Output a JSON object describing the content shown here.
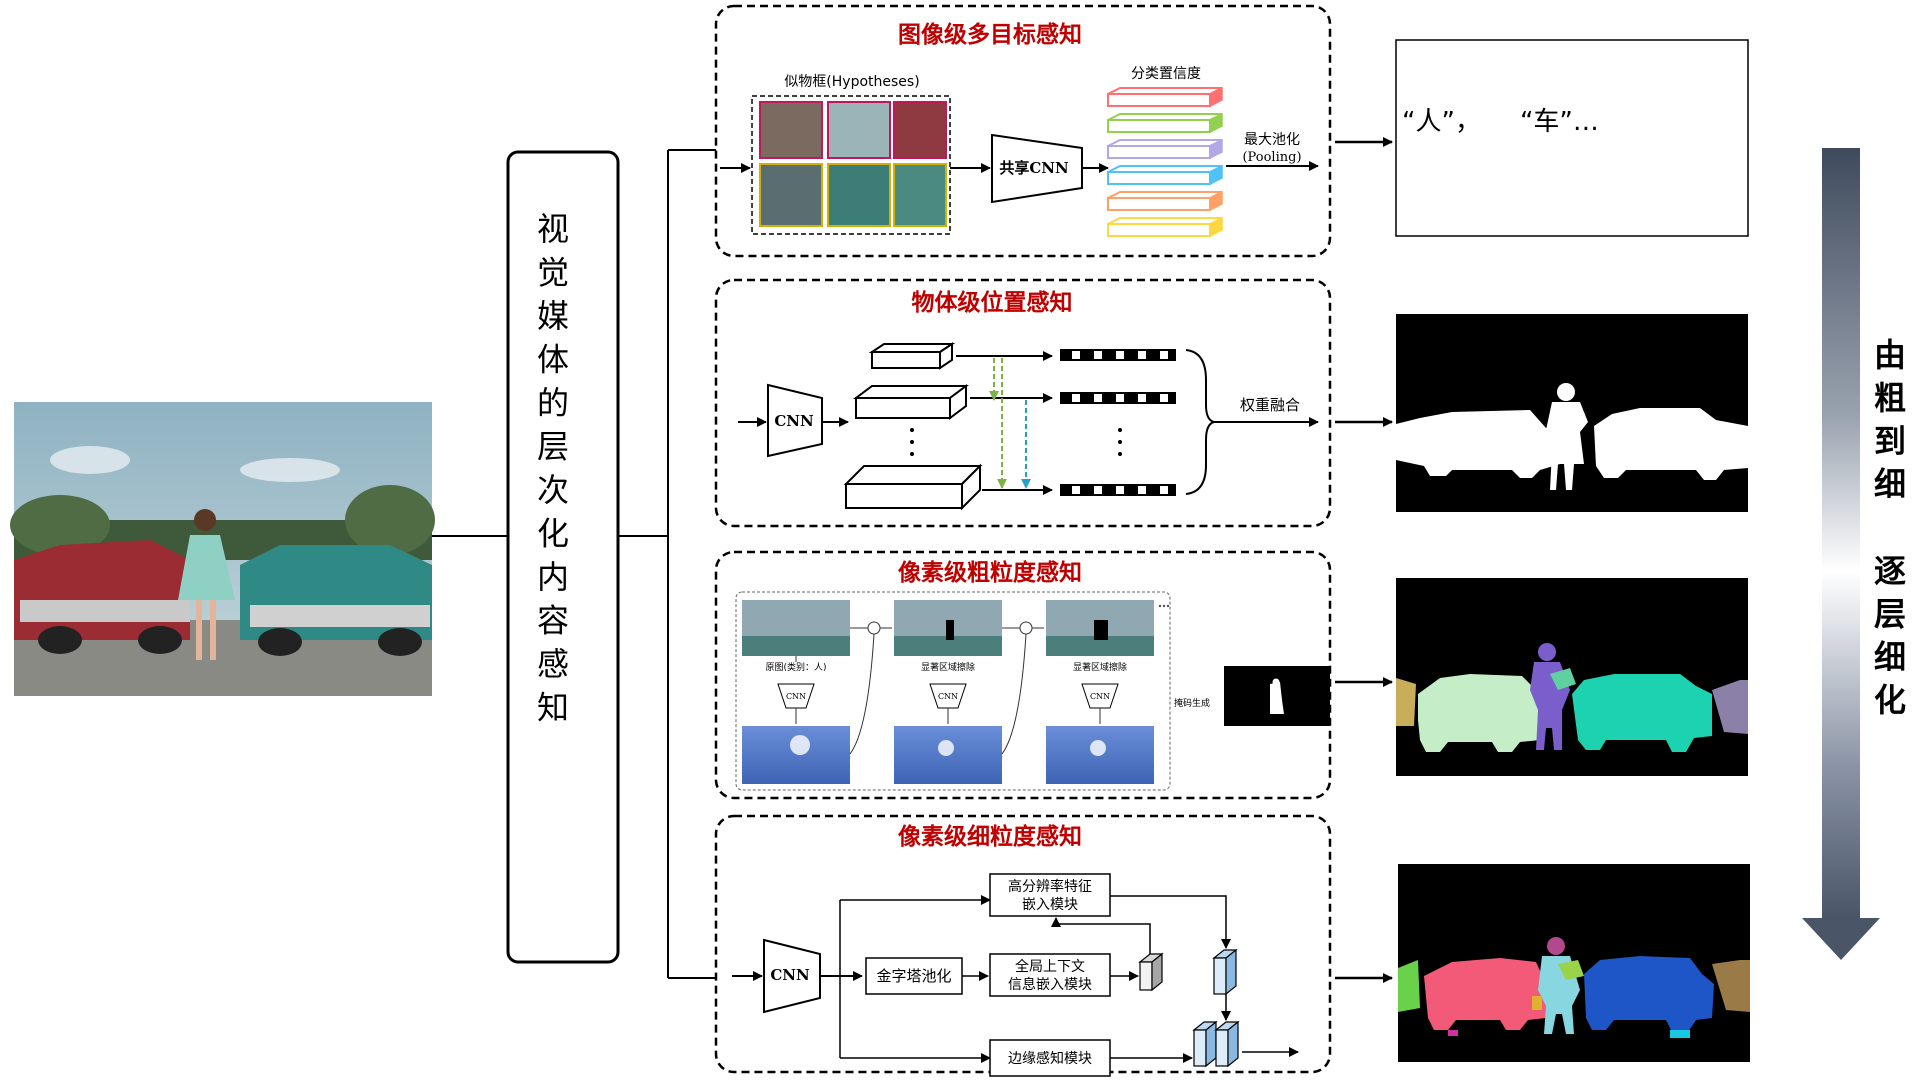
{
  "left_box": {
    "title_chars": [
      "视",
      "觉",
      "媒",
      "体",
      "的",
      "层",
      "次",
      "化",
      "内",
      "容",
      "感",
      "知"
    ]
  },
  "panels": {
    "image_level": {
      "title": "图像级多目标感知",
      "hypotheses_label": "似物框(Hypotheses)",
      "cnn_label": "共享CNN",
      "confidence_label": "分类置信度",
      "pooling_label_1": "最大池化",
      "pooling_label_2": "(Pooling)",
      "bar_colors": [
        "#ff7070",
        "#92d050",
        "#b4a7e6",
        "#4fc3f7",
        "#ffa066",
        "#ffd740"
      ]
    },
    "object_level": {
      "title": "物体级位置感知",
      "cnn_label": "CNN",
      "fusion_label": "权重融合"
    },
    "coarse_pixel": {
      "title": "像素级粗粒度感知",
      "caption_1": "原图(类别：人)",
      "caption_2": "显著区域擦除",
      "caption_3": "显著区域擦除",
      "cnn_label": "CNN",
      "mask_label": "掩码生成"
    },
    "fine_pixel": {
      "title": "像素级细粒度感知",
      "cnn_label": "CNN",
      "pyramid_label": "金字塔池化",
      "hr_label_1": "高分辨率特征",
      "hr_label_2": "嵌入模块",
      "gc_label_1": "全局上下文",
      "gc_label_2": "信息嵌入模块",
      "edge_label": "边缘感知模块"
    }
  },
  "output": {
    "text_result": "“人”，　　“车”…"
  },
  "right_arrow": {
    "label_top": [
      "由",
      "粗",
      "到",
      "细"
    ],
    "label_bottom": [
      "逐",
      "层",
      "细",
      "化"
    ]
  }
}
